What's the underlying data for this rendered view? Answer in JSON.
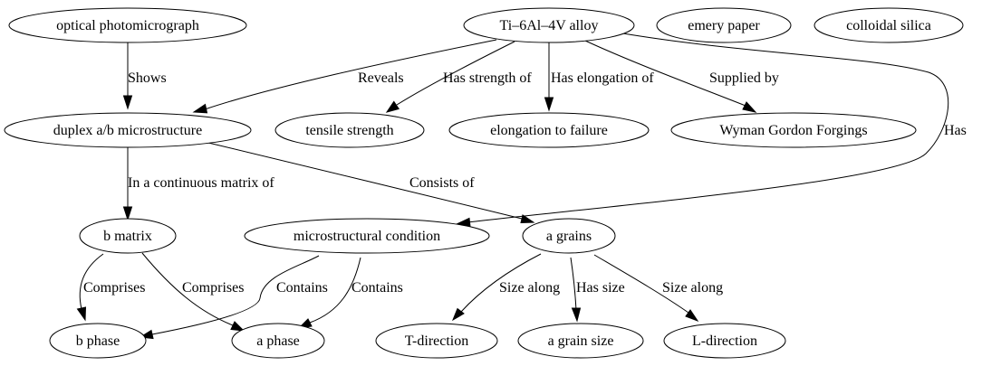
{
  "nodes": {
    "n1": "optical photomicrograph",
    "n2": "Ti–6Al–4V alloy",
    "n3": "emery paper",
    "n4": "colloidal silica",
    "n5": "duplex a/b microstructure",
    "n6": "tensile strength",
    "n7": "elongation to failure",
    "n8": "Wyman Gordon Forgings",
    "n9": "b matrix",
    "n10": "microstructural condition",
    "n11": "a grains",
    "n12": "b phase",
    "n13": "a phase",
    "n14": "T-direction",
    "n15": "a grain size",
    "n16": "L-direction"
  },
  "edges": {
    "e1": "Shows",
    "e2": "Reveals",
    "e3": "Has strength of",
    "e4": "Has elongation of",
    "e5": "Supplied by",
    "e6": "Has",
    "e7": "In a continuous matrix of",
    "e8": "Consists of",
    "e9": "Comprises",
    "e10": "Comprises",
    "e11": "Contains",
    "e12": "Contains",
    "e13": "Size along",
    "e14": "Has size",
    "e15": "Size along"
  }
}
